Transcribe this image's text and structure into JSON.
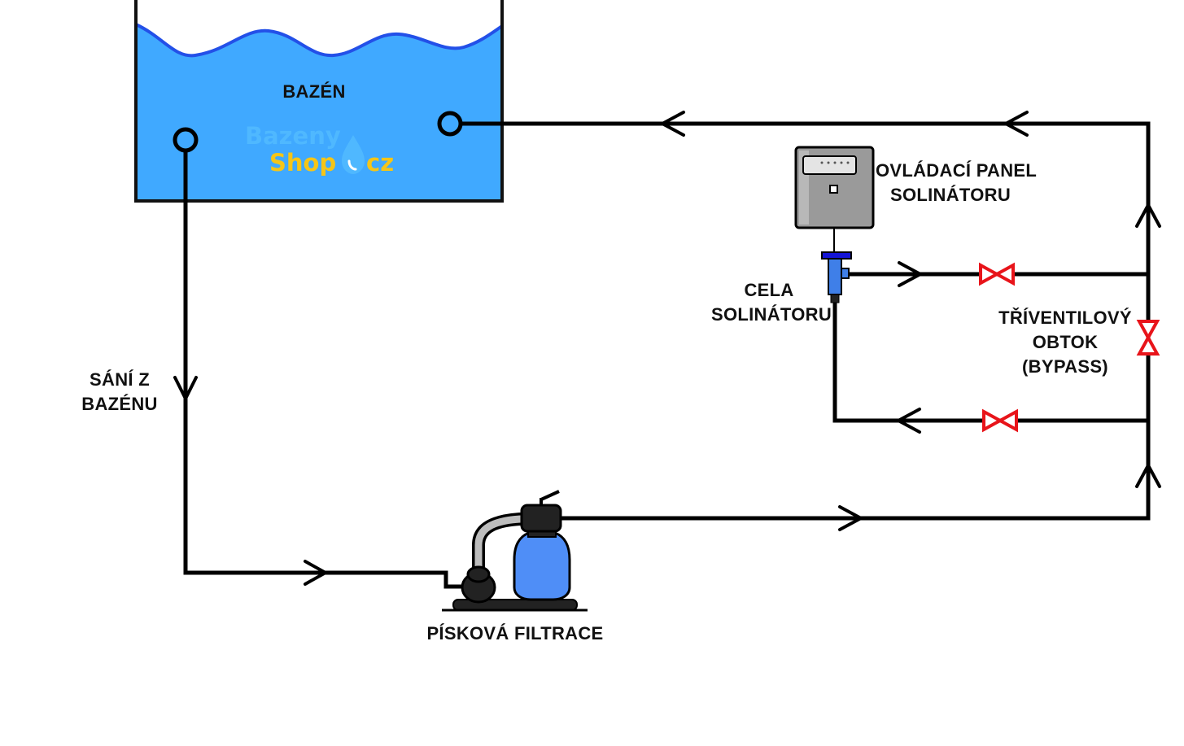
{
  "labels": {
    "pool": "BAZÉN",
    "suction": [
      "SÁNÍ Z",
      "BAZÉNU"
    ],
    "sand_filter": "PÍSKOVÁ FILTRACE",
    "control_panel": [
      "OVLÁDACÍ PANEL",
      "SOLINÁTORU"
    ],
    "cell": [
      "CELA",
      "SOLINÁTORU"
    ],
    "bypass": [
      "TŘÍVENTILOVÝ",
      "OBTOK",
      "(BYPASS)"
    ]
  },
  "logo": {
    "line1": "Bazeny",
    "line2a": "Shop",
    "line2b": "cz",
    "colors": {
      "top": "#4fb8ff",
      "bottom": "#f5c518"
    }
  },
  "colors": {
    "water": "#40a9ff",
    "water_edge": "#2350e8",
    "pipe": "#000000",
    "valve": "#e8141a",
    "filter_tank": "#4f8ef7",
    "cell_body": "#3f7fe8",
    "cell_cap": "#1414d6",
    "panel_body": "#9a9a9a"
  },
  "icons": [
    "flow-arrow-icon",
    "valve-icon",
    "pool-inlet-icon",
    "pool-outlet-icon",
    "water-drop-icon"
  ]
}
